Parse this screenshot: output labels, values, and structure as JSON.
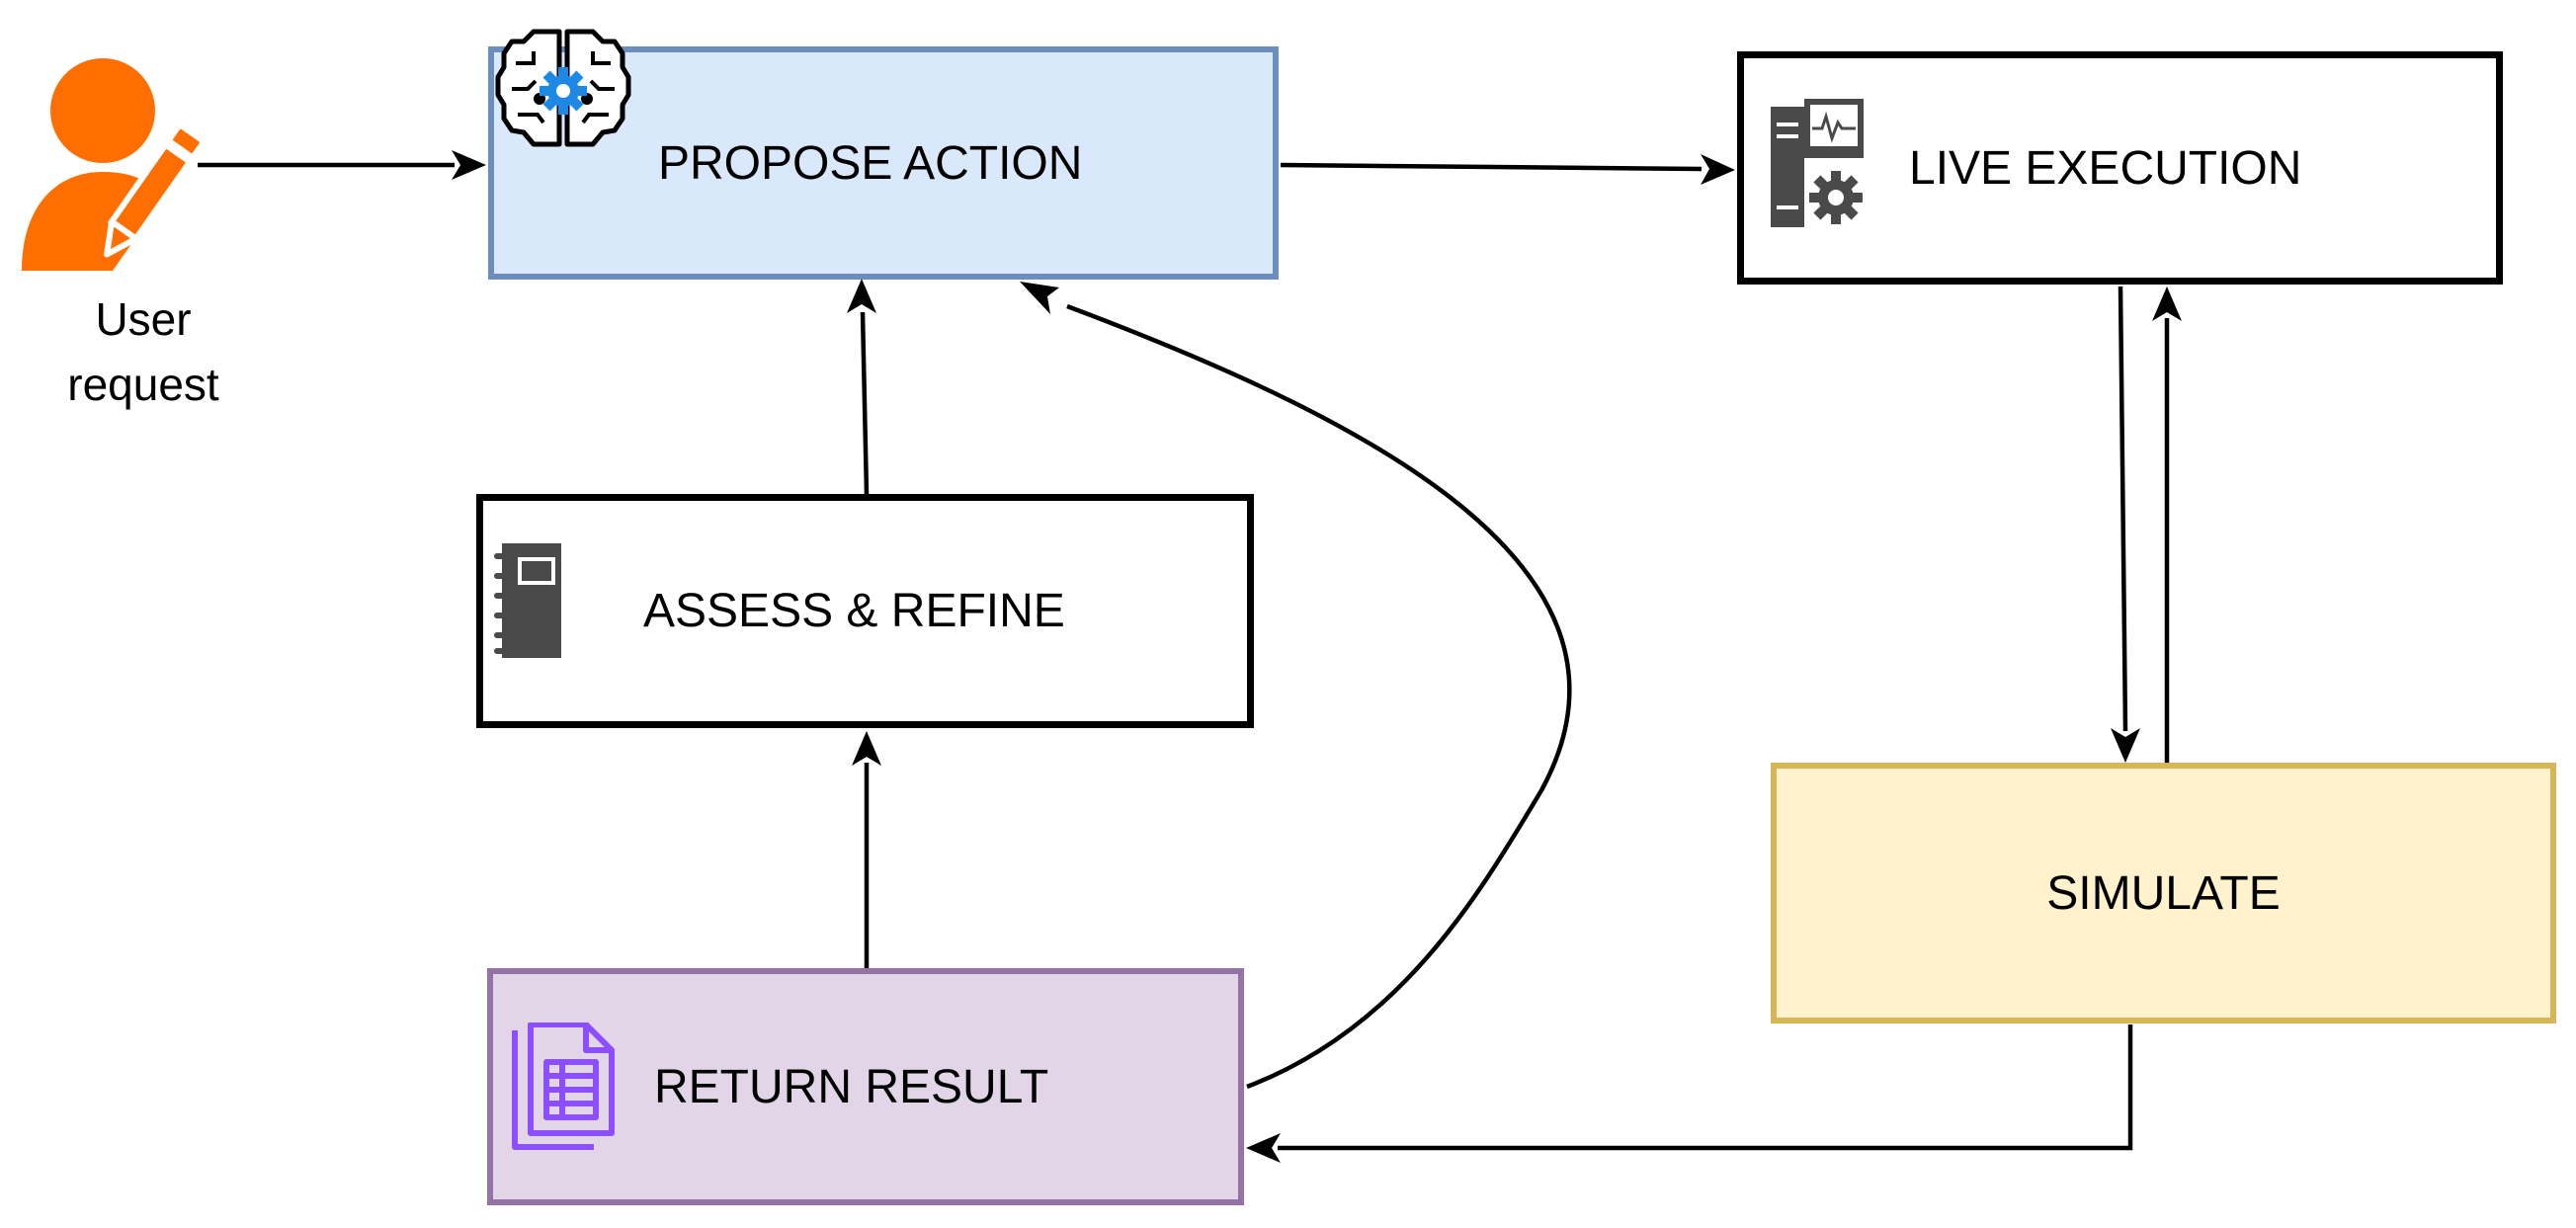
{
  "nodes": {
    "propose": {
      "label": "PROPOSE ACTION",
      "icon": "brain-gear-icon",
      "fill": "#dae8fc",
      "stroke": "#6c8ebf"
    },
    "live": {
      "label": "LIVE EXECUTION",
      "icon": "server-gear-icon",
      "fill": "#ffffff",
      "stroke": "#000000"
    },
    "assess": {
      "label": "ASSESS & REFINE",
      "icon": "notebook-icon",
      "fill": "#ffffff",
      "stroke": "#000000"
    },
    "simulate": {
      "label": "SIMULATE",
      "fill": "#fff2cc",
      "stroke": "#d6b656"
    },
    "result": {
      "label": "RETURN RESULT",
      "icon": "document-icon",
      "fill": "#e1d5e7",
      "stroke": "#9673a6"
    }
  },
  "user": {
    "label_line1": "User",
    "label_line2": "request",
    "icon": "user-edit-icon",
    "color": "#ff6f00"
  },
  "edges": [
    {
      "from": "user",
      "to": "propose"
    },
    {
      "from": "propose",
      "to": "live"
    },
    {
      "from": "live",
      "to": "simulate"
    },
    {
      "from": "simulate",
      "to": "live"
    },
    {
      "from": "simulate",
      "to": "result"
    },
    {
      "from": "result",
      "to": "assess"
    },
    {
      "from": "assess",
      "to": "propose"
    },
    {
      "from": "result",
      "to": "propose"
    }
  ]
}
